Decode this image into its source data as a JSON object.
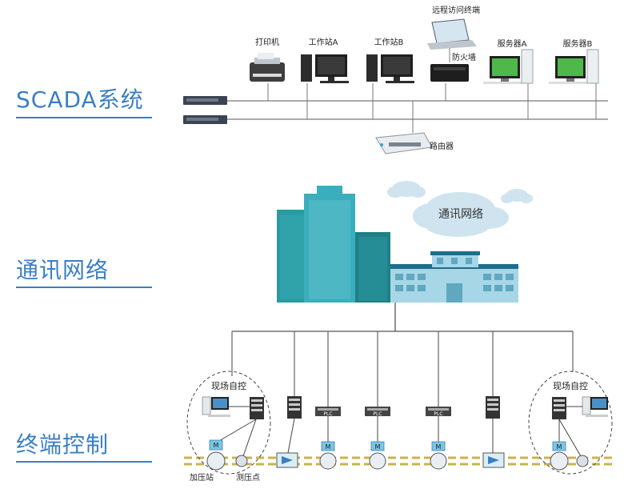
{
  "sections": {
    "scada": "SCADA系统",
    "network": "通讯网络",
    "terminal": "终端控制"
  },
  "scada": {
    "remote": "远程访问终端",
    "firewall": "防火墙",
    "printer": "打印机",
    "workstation_a": "工作站A",
    "workstation_b": "工作站B",
    "server_a": "服务器A",
    "server_b": "服务器B",
    "router": "路由器"
  },
  "network": {
    "cloud_label": "通讯网络"
  },
  "terminal": {
    "local_control_left": "现场自控",
    "local_control_right": "现场自控",
    "pressurizing_station": "加压站",
    "pressure_point": "测压点",
    "motor_label": "M",
    "plc_label": "PLC"
  },
  "colors": {
    "accent": "#3a7fc4",
    "building_teal": "#2a9aa3",
    "building_light": "#a7d6e6",
    "pipe": "#c8b44a",
    "line": "#666666"
  }
}
